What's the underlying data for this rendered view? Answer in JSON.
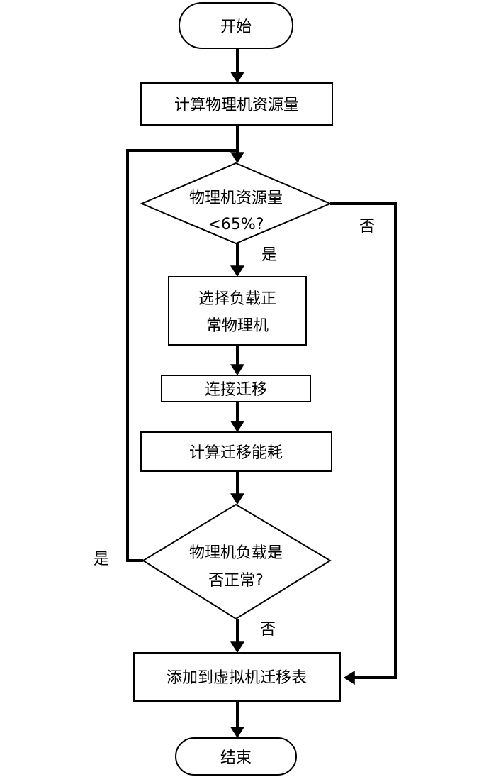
{
  "nodes": {
    "start": "开始",
    "calc_resource": "计算物理机资源量",
    "decision1_line1": "物理机资源量",
    "decision1_line2": "<65%?",
    "select_line1": "选择负载正",
    "select_line2": "常物理机",
    "connect_migrate": "连接迁移",
    "calc_energy": "计算迁移能耗",
    "decision2_line1": "物理机负载是",
    "decision2_line2": "否正常?",
    "add_table": "添加到虚拟机迁移表",
    "end": "结束"
  },
  "edge_labels": {
    "d1_yes": "是",
    "d1_no": "否",
    "d2_yes": "是",
    "d2_no": "否"
  }
}
